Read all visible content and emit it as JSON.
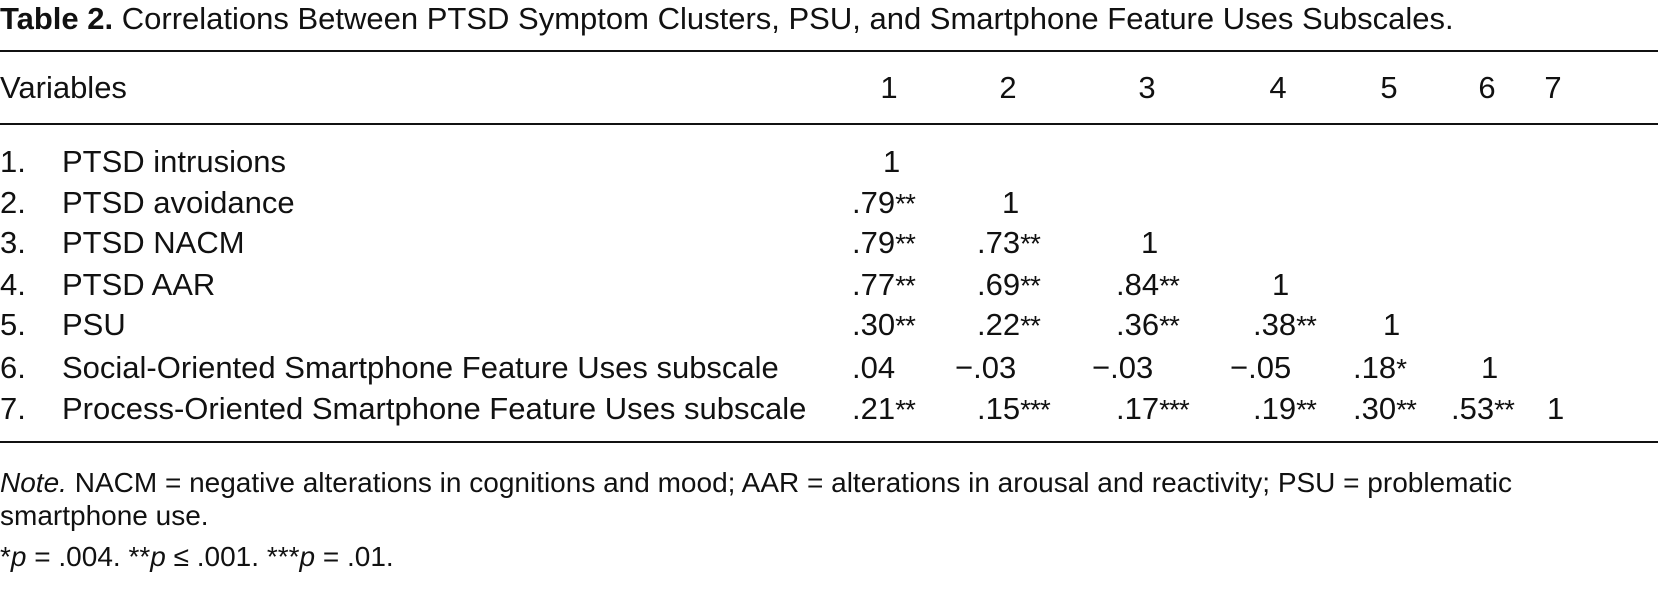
{
  "caption": {
    "label": "Table 2.",
    "text": "Correlations Between PTSD Symptom Clusters, PSU, and Smartphone Feature Uses Subscales."
  },
  "header": {
    "variables": "Variables",
    "columns": [
      "1",
      "2",
      "3",
      "4",
      "5",
      "6",
      "7"
    ]
  },
  "rows": [
    {
      "num": "1.",
      "label": "PTSD intrusions",
      "cells": [
        {
          "v": "1",
          "s": ""
        }
      ]
    },
    {
      "num": "2.",
      "label": "PTSD avoidance",
      "cells": [
        {
          "v": ".79",
          "s": "**"
        },
        {
          "v": "1",
          "s": ""
        }
      ]
    },
    {
      "num": "3.",
      "label": "PTSD NACM",
      "cells": [
        {
          "v": ".79",
          "s": "**"
        },
        {
          "v": ".73",
          "s": "**"
        },
        {
          "v": "1",
          "s": ""
        }
      ]
    },
    {
      "num": "4.",
      "label": "PTSD AAR",
      "cells": [
        {
          "v": ".77",
          "s": "**"
        },
        {
          "v": ".69",
          "s": "**"
        },
        {
          "v": ".84",
          "s": "**"
        },
        {
          "v": "1",
          "s": ""
        }
      ]
    },
    {
      "num": "5.",
      "label": "PSU",
      "cells": [
        {
          "v": ".30",
          "s": "**"
        },
        {
          "v": ".22",
          "s": "**"
        },
        {
          "v": ".36",
          "s": "**"
        },
        {
          "v": ".38",
          "s": "**"
        },
        {
          "v": "1",
          "s": ""
        }
      ]
    },
    {
      "num": "6.",
      "label": "Social-Oriented Smartphone Feature Uses subscale",
      "cells": [
        {
          "v": ".04",
          "s": ""
        },
        {
          "v": "−.03",
          "s": ""
        },
        {
          "v": "−.03",
          "s": ""
        },
        {
          "v": "−.05",
          "s": ""
        },
        {
          "v": ".18",
          "s": "*"
        },
        {
          "v": "1",
          "s": ""
        }
      ]
    },
    {
      "num": "7.",
      "label": "Process-Oriented Smartphone Feature Uses subscale",
      "cells": [
        {
          "v": ".21",
          "s": "**"
        },
        {
          "v": ".15",
          "s": "***"
        },
        {
          "v": ".17",
          "s": "***"
        },
        {
          "v": ".19",
          "s": "**"
        },
        {
          "v": ".30",
          "s": "**"
        },
        {
          "v": ".53",
          "s": "**"
        },
        {
          "v": "1",
          "s": ""
        }
      ]
    }
  ],
  "note": {
    "label": "Note.",
    "text": " NACM = negative alterations in cognitions and mood; AAR = alterations in arousal and reactivity; PSU = problematic smartphone use."
  },
  "pnote": [
    {
      "stars": "*",
      "p": "p",
      "rest": " = .004. "
    },
    {
      "stars": "**",
      "p": "p",
      "rest": " ≤ .001. "
    },
    {
      "stars": "***",
      "p": "p",
      "rest": " = .01."
    }
  ]
}
